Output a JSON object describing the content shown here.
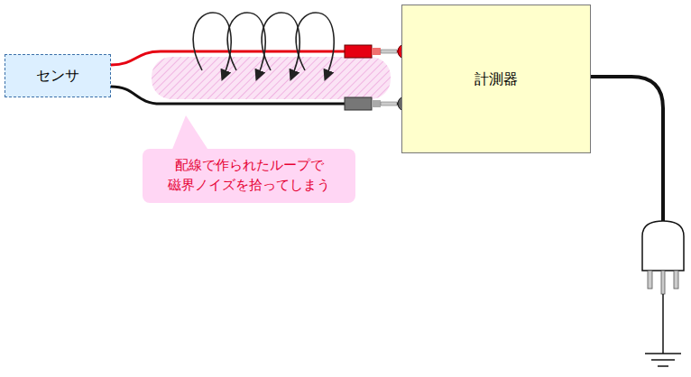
{
  "diagram": {
    "nodes": [
      {
        "text": [
          "センサ"
        ]
      },
      {
        "text": [
          "計測器"
        ]
      },
      {
        "text": [
          "配線で作られたループで 磁界ノイズを拾ってしまう"
        ]
      }
    ],
    "edges": [
      {
        "from": 0,
        "to": 1,
        "arrow": "none"
      },
      {
        "from": 0,
        "to": 1,
        "arrow": "none"
      }
    ]
  }
}
